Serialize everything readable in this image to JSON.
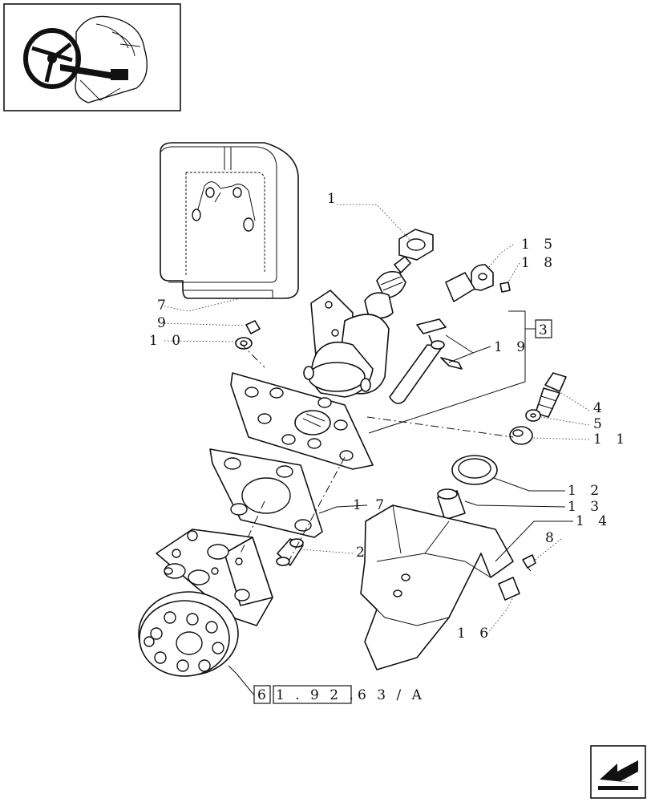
{
  "reference": {
    "box1": "6",
    "box2": "1 . 9 2 .",
    "suffix": "6 3 / A"
  },
  "group_callout": "3",
  "callouts": [
    {
      "id": "c1",
      "text": "1"
    },
    {
      "id": "c15",
      "text": "1 5"
    },
    {
      "id": "c18",
      "text": "1 8"
    },
    {
      "id": "c7",
      "text": "7"
    },
    {
      "id": "c9",
      "text": "9"
    },
    {
      "id": "c10",
      "text": "1 0"
    },
    {
      "id": "c19",
      "text": "1 9"
    },
    {
      "id": "c4",
      "text": "4"
    },
    {
      "id": "c5",
      "text": "5"
    },
    {
      "id": "c11",
      "text": "1 1"
    },
    {
      "id": "c12",
      "text": "1 2"
    },
    {
      "id": "c13",
      "text": "1 3"
    },
    {
      "id": "c14",
      "text": "1 4"
    },
    {
      "id": "c8",
      "text": "8"
    },
    {
      "id": "c17",
      "text": "1 7"
    },
    {
      "id": "c2",
      "text": "2"
    },
    {
      "id": "c16",
      "text": "1 6"
    }
  ],
  "icons": {
    "thumbnail": "tractor-steering-wheel-icon",
    "navigation": "previous-page-arrow-icon"
  },
  "colors": {
    "line": "#111111",
    "background": "#ffffff"
  }
}
